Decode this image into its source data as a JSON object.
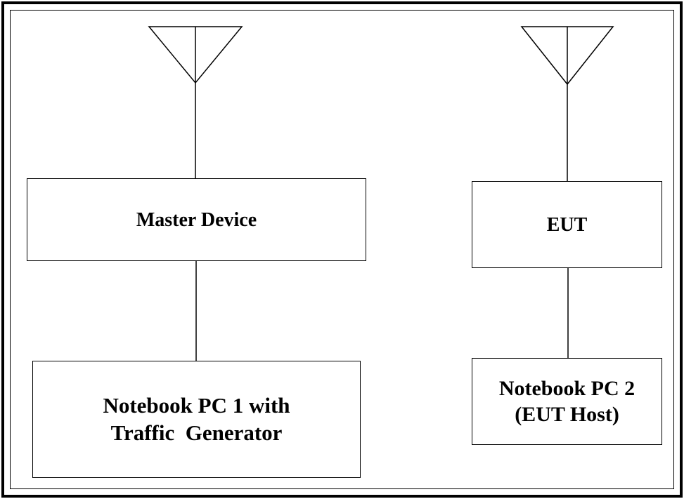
{
  "diagram": {
    "nodes": [
      {
        "id": "master",
        "label_lines": [
          "Master Device"
        ]
      },
      {
        "id": "pc1",
        "label_lines": [
          "Notebook PC 1 with",
          "Traffic  Generator"
        ]
      },
      {
        "id": "eut",
        "label_lines": [
          "EUT"
        ]
      },
      {
        "id": "pc2",
        "label_lines": [
          "Notebook PC 2",
          "(EUT Host)"
        ]
      }
    ],
    "edges": [
      {
        "from": "antenna-left",
        "to": "master"
      },
      {
        "from": "master",
        "to": "pc1"
      },
      {
        "from": "antenna-right",
        "to": "eut"
      },
      {
        "from": "eut",
        "to": "pc2"
      }
    ]
  }
}
